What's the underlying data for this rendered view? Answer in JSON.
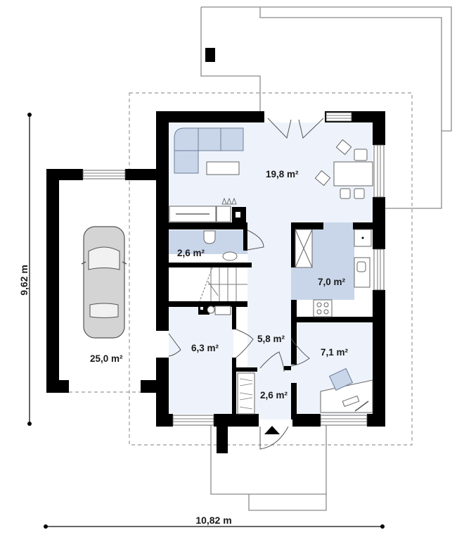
{
  "plan": {
    "dimensions": {
      "height_label": "9,62 m",
      "width_label": "10,82 m"
    },
    "rooms": [
      {
        "id": "living-dining",
        "area": "19,8 m²"
      },
      {
        "id": "wc",
        "area": "2,6 m²"
      },
      {
        "id": "kitchen",
        "area": "7,0 m²"
      },
      {
        "id": "hall",
        "area": "5,8 m²"
      },
      {
        "id": "utility",
        "area": "6,3 m²"
      },
      {
        "id": "study",
        "area": "7,1 m²"
      },
      {
        "id": "vestibule",
        "area": "2,6 m²"
      },
      {
        "id": "garage",
        "area": "25,0 m²"
      }
    ],
    "colors": {
      "wall": "#000000",
      "room_fill": "#eef3fb",
      "wet_room_fill": "#c9d6ea",
      "outline": "#8a8a8a"
    }
  }
}
